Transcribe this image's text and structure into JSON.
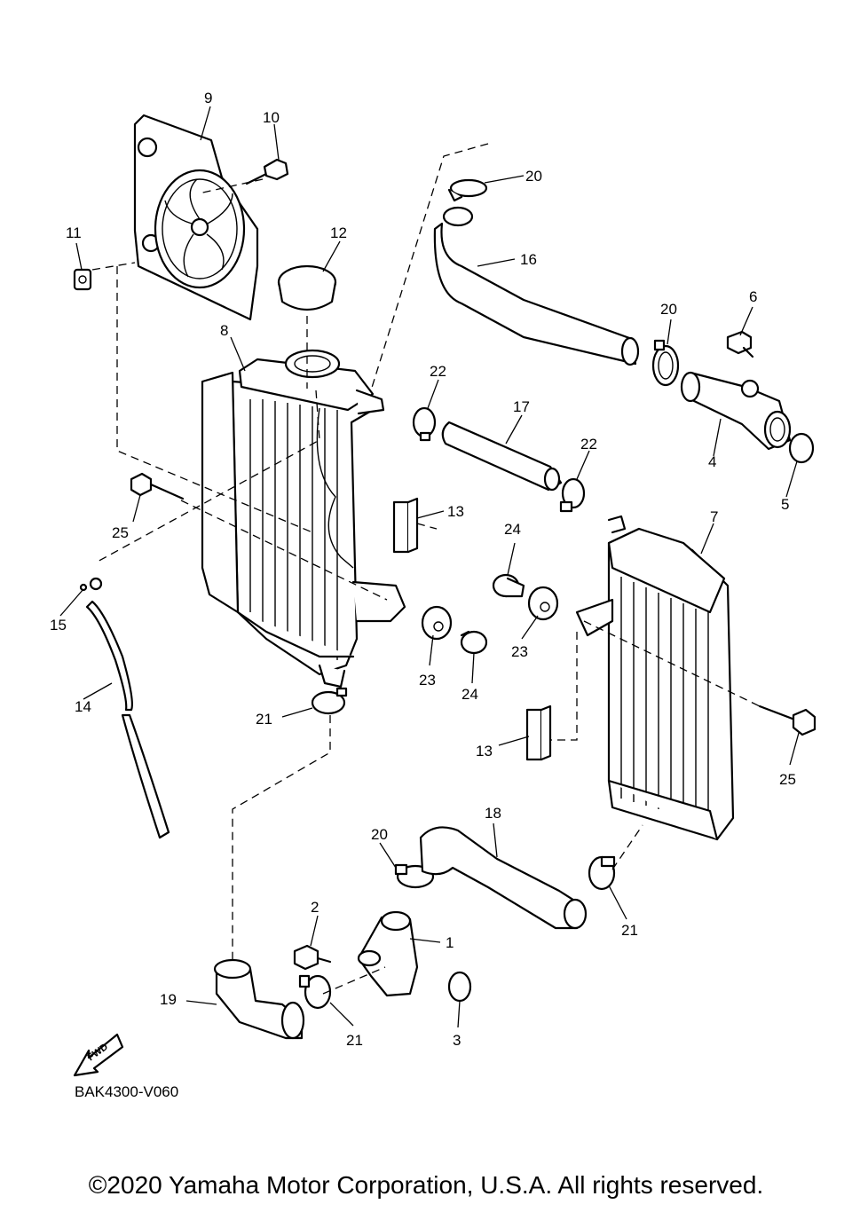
{
  "diagram": {
    "callouts": [
      "1",
      "2",
      "3",
      "4",
      "5",
      "6",
      "7",
      "8",
      "9",
      "10",
      "11",
      "12",
      "13",
      "14",
      "15",
      "16",
      "17",
      "18",
      "19",
      "20",
      "21",
      "22",
      "23",
      "24",
      "25"
    ],
    "fwd_label": "FWD",
    "diagram_code": "BAK4300-V060"
  },
  "footer": {
    "copyright": "©2020 Yamaha Motor Corporation, U.S.A. All rights reserved."
  }
}
